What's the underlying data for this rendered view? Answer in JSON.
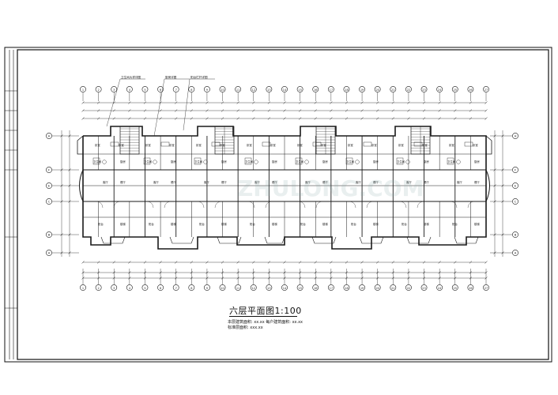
{
  "drawing": {
    "title": "六层平面图1:100",
    "summary_lines": [
      "本层建筑面积:  xx.xx  每户建筑面积: xx.xx",
      "标准层面积:  xxx.xx"
    ],
    "axis_top": [
      "1",
      "2",
      "3",
      "4",
      "5",
      "6",
      "7",
      "8",
      "9",
      "10",
      "11",
      "12",
      "13",
      "14",
      "15",
      "16",
      "17",
      "18",
      "19",
      "20",
      "21",
      "22",
      "23",
      "24",
      "25",
      "26",
      "27"
    ],
    "axis_left": [
      "H",
      "F",
      "E",
      "C",
      "B",
      "A"
    ],
    "callouts": [
      "卫生间大样详图",
      "厨房详图",
      "阳台栏杆详图"
    ],
    "room_labels": [
      "卧室",
      "卧室",
      "客厅",
      "厨房",
      "卫生间",
      "餐厅",
      "阳台",
      "楼梯"
    ],
    "watermark_text": "ZHULONG.COM",
    "colors": {
      "line": "#1a1a1a",
      "paper": "#ffffff"
    }
  }
}
